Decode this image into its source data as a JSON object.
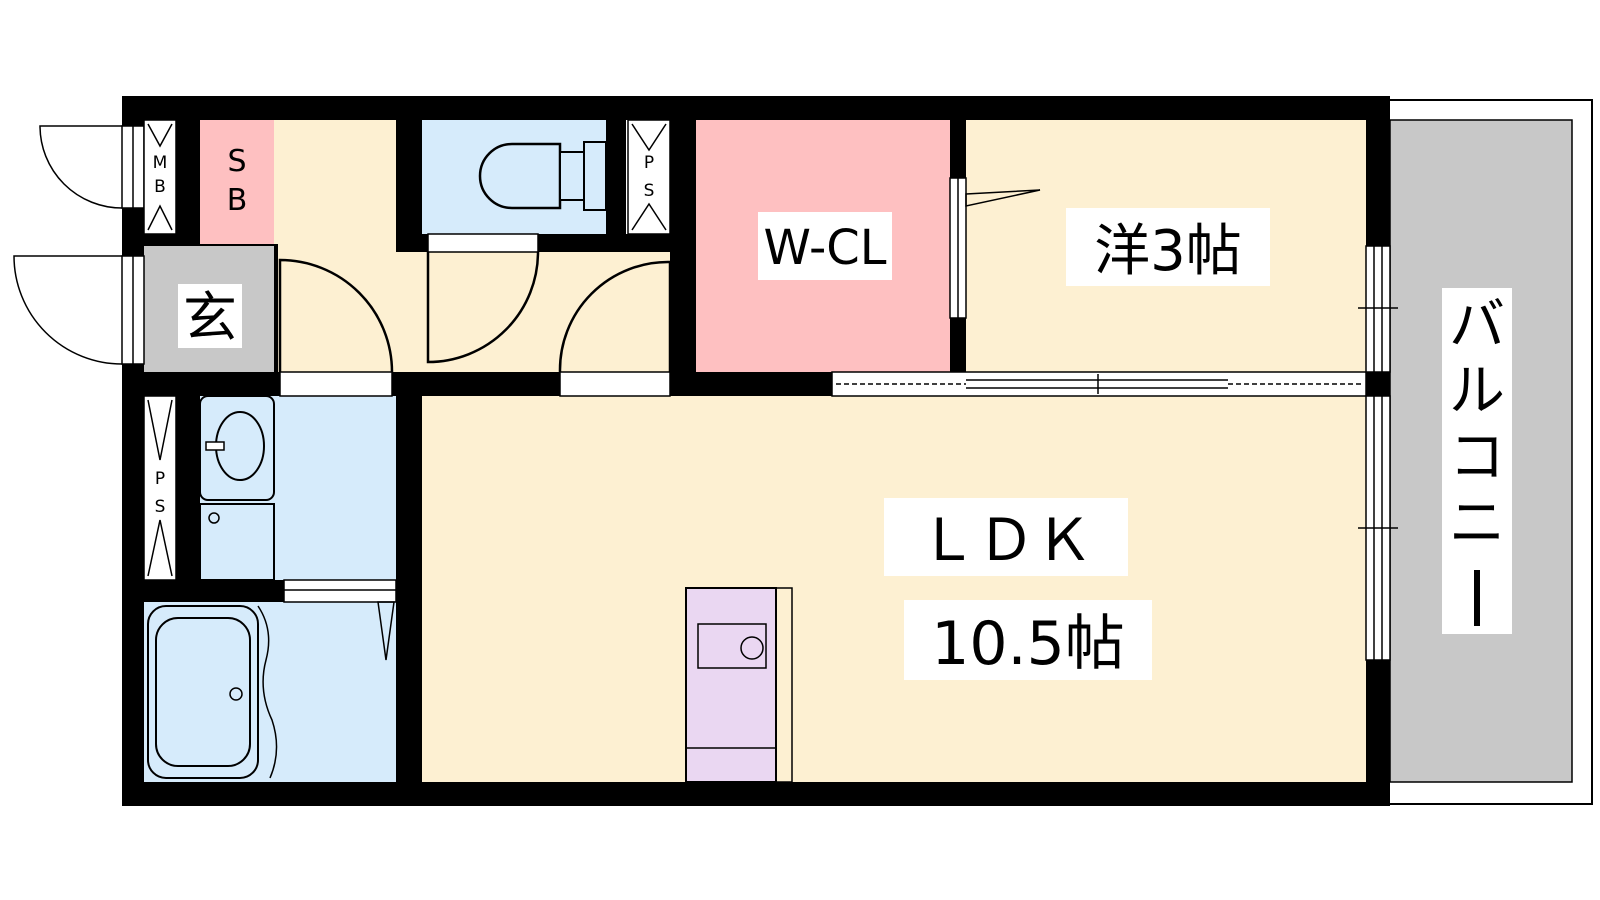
{
  "floor_plan": {
    "rooms": {
      "ldk_line1": "ＬＤＫ",
      "ldk_line2": "10.5帖",
      "western_room": "洋3帖",
      "walk_in_closet": "W-CL",
      "entrance": "玄",
      "shoe_box_line1": "S",
      "shoe_box_line2": "B",
      "meter_box_line1": "M",
      "meter_box_line2": "B",
      "pipe_space_upper_line1": "P",
      "pipe_space_upper_line2": "S",
      "pipe_space_lower_line1": "P",
      "pipe_space_lower_line2": "S",
      "balcony": [
        "バ",
        "ル",
        "コ",
        "ニ",
        "ー"
      ]
    },
    "colors": {
      "living": "#fdf0d2",
      "wet_area": "#d6ebfb",
      "closet": "#fec0c1",
      "entrance": "#c8c8c8",
      "balcony": "#c8c8c8",
      "kitchen": "#ead7f2",
      "wall": "#000000"
    }
  }
}
